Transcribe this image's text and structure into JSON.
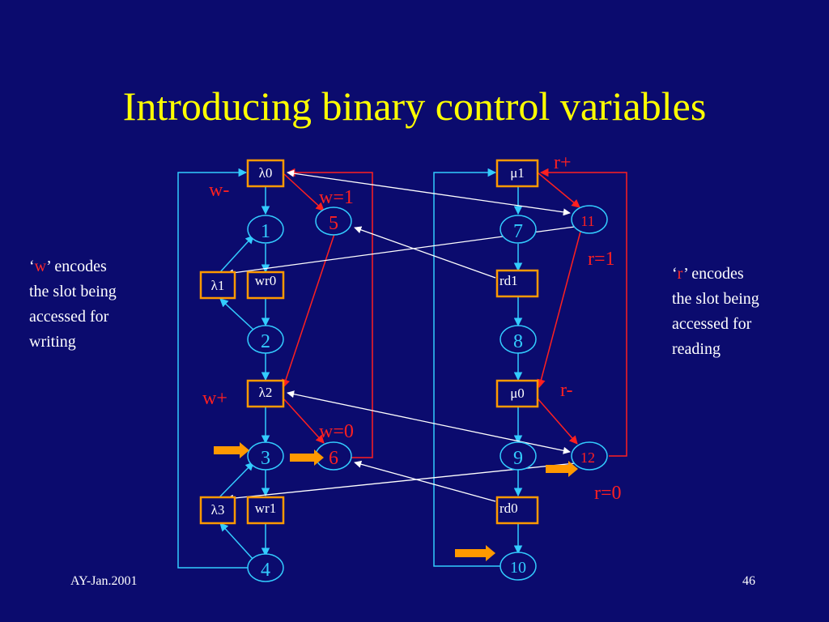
{
  "title": "Introducing binary control variables",
  "footer": {
    "left": "AY-Jan.2001",
    "right": "46"
  },
  "notes": {
    "left": {
      "quote_open": "‘",
      "var": "w",
      "quote_close": "’",
      "rest1": " encodes",
      "line2": "the slot being",
      "line3": "accessed for",
      "line4": "writing"
    },
    "right": {
      "quote_open": "‘",
      "var": "r",
      "quote_close": "’",
      "rest1": " encodes",
      "line2": "the slot being",
      "line3": "accessed for",
      "line4": "reading"
    }
  },
  "diagram": {
    "places": {
      "p1": "1",
      "p2": "2",
      "p3": "3",
      "p4": "4",
      "p5": "5",
      "p6": "6",
      "p7": "7",
      "p8": "8",
      "p9": "9",
      "p10": "10",
      "p11": "11",
      "p12": "12"
    },
    "transitions": {
      "lambda0": "λ0",
      "lambda1": "λ1",
      "lambda2": "λ2",
      "lambda3": "λ3",
      "wr0": "wr0",
      "wr1": "wr1",
      "mu1": "μ1",
      "mu0": "μ0",
      "rd1": "rd1",
      "rd0": "rd0"
    },
    "labels": {
      "w_minus": "w-",
      "w_plus": "w+",
      "w_eq_1": "w=1",
      "w_eq_0": "w=0",
      "r_plus": "r+",
      "r_minus": "r-",
      "r_eq_1": "r=1",
      "r_eq_0": "r=0"
    },
    "colors": {
      "background": "#0b0b6e",
      "title": "#ffff00",
      "cyan": "#33ccff",
      "red": "#ff2020",
      "white": "#ffffff",
      "orange": "#ff9900",
      "box_fill": "#0b0b6e"
    }
  }
}
